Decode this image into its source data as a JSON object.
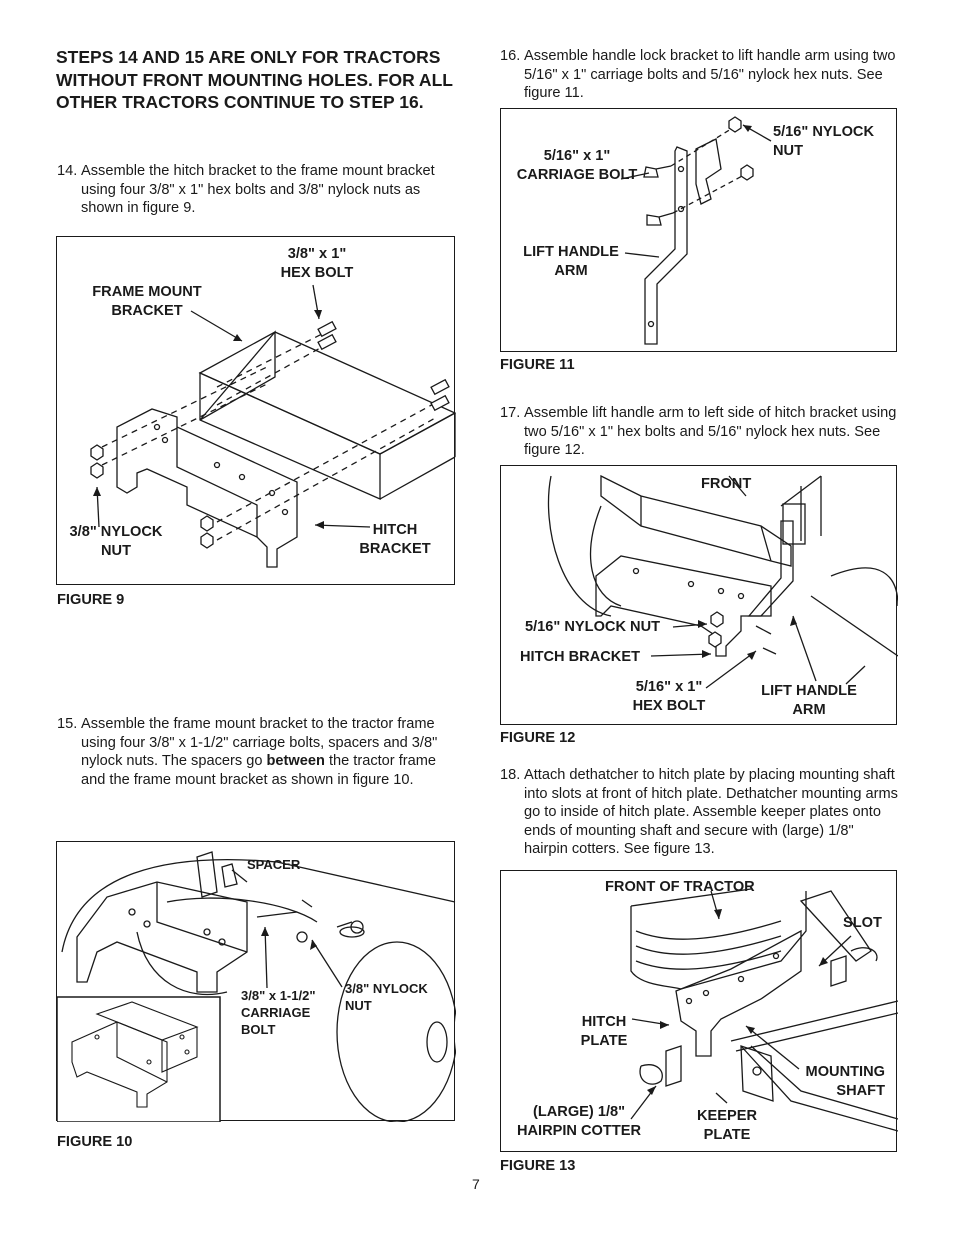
{
  "heading": "STEPS 14 AND 15 ARE ONLY FOR TRACTORS WITHOUT FRONT MOUNTING HOLES. FOR ALL OTHER TRACTORS CONTINUE TO STEP 16.",
  "steps": {
    "s14": {
      "num": "14.",
      "text": "Assemble the hitch bracket to the frame mount bracket using four 3/8\" x 1\" hex bolts and 3/8\" nylock nuts as shown in figure 9."
    },
    "s15": {
      "num": "15.",
      "text_a": "Assemble the frame mount bracket to the tractor frame using four 3/8\" x 1-1/2\" carriage bolts, spacers and 3/8\" nylock nuts. The spacers go ",
      "text_bold": "between",
      "text_b": " the tractor frame and the frame mount bracket as shown in figure 10."
    },
    "s16": {
      "num": "16.",
      "text": "Assemble handle lock bracket to lift handle arm using two 5/16\" x 1\" carriage bolts and 5/16\" nylock hex nuts. See figure 11."
    },
    "s17": {
      "num": "17.",
      "text": "Assemble lift handle arm to left side of hitch bracket using two 5/16\" x 1\" hex bolts and 5/16\" nylock hex nuts. See figure 12."
    },
    "s18": {
      "num": "18.",
      "text": "Attach dethatcher to hitch plate by placing mounting shaft into slots at front of hitch plate.  Dethatcher mounting arms go to inside of hitch plate. Assemble keeper plates onto ends of mounting shaft and secure with (large) 1/8\" hairpin cotters. See figure 13."
    }
  },
  "figures": {
    "fig9": {
      "caption": "FIGURE 9",
      "labels": {
        "hex_bolt_1": "3/8\" x 1\"",
        "hex_bolt_2": "HEX BOLT",
        "frame_mount_1": "FRAME MOUNT",
        "frame_mount_2": "BRACKET",
        "nylock_1": "3/8\" NYLOCK",
        "nylock_2": "NUT",
        "hitch_1": "HITCH",
        "hitch_2": "BRACKET"
      }
    },
    "fig10": {
      "caption": "FIGURE 10",
      "labels": {
        "spacer": "SPACER",
        "carriage_1": "3/8\" x 1-1/2\"",
        "carriage_2": "CARRIAGE",
        "carriage_3": "BOLT",
        "nylock_1": "3/8\" NYLOCK",
        "nylock_2": "NUT"
      }
    },
    "fig11": {
      "caption": "FIGURE 11",
      "labels": {
        "carriage_1": "5/16\" x 1\"",
        "carriage_2": "CARRIAGE BOLT",
        "nylock_1": "5/16\" NYLOCK",
        "nylock_2": "NUT",
        "lift_1": "LIFT HANDLE",
        "lift_2": "ARM"
      }
    },
    "fig12": {
      "caption": "FIGURE 12",
      "labels": {
        "front": "FRONT",
        "nylock": "5/16\" NYLOCK NUT",
        "hitch": "HITCH BRACKET",
        "hex_1": "5/16\" x 1\"",
        "hex_2": "HEX BOLT",
        "lift_1": "LIFT HANDLE",
        "lift_2": "ARM"
      }
    },
    "fig13": {
      "caption": "FIGURE 13",
      "labels": {
        "front": "FRONT OF TRACTOR",
        "slot": "SLOT",
        "hitch_1": "HITCH",
        "hitch_2": "PLATE",
        "shaft_1": "MOUNTING",
        "shaft_2": "SHAFT",
        "cotter_1": "(LARGE) 1/8\"",
        "cotter_2": "HAIRPIN COTTER",
        "keeper_1": "KEEPER",
        "keeper_2": "PLATE"
      }
    }
  },
  "page_number": "7"
}
